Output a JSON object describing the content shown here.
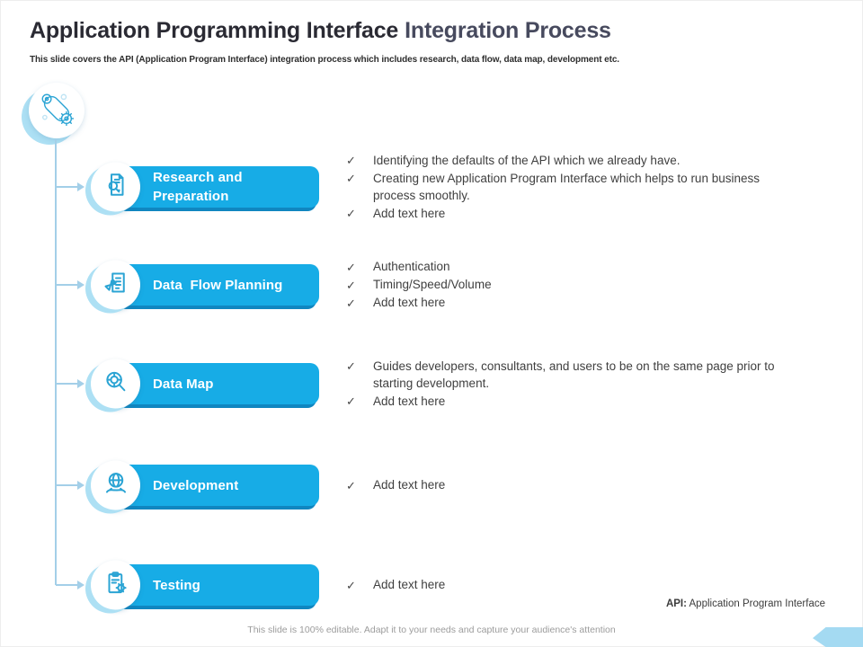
{
  "slide": {
    "title_primary": "Application Programming Interface",
    "title_secondary": "Integration Process",
    "subtitle": "This slide covers the API (Application Program Interface) integration process which includes research, data flow, data map, development etc.",
    "badge_icon": "gears-belt-icon",
    "abbreviation_label": "API:",
    "abbreviation_text": "Application Program Interface",
    "footer_note": "This slide is 100% editable. Adapt it to your needs and capture your audience's attention"
  },
  "checkmark_glyph": "✓",
  "colors": {
    "bar_blue": "#17ace6",
    "bar_shadow": "#1086c0",
    "icon_teal": "#2ba4d4",
    "connector": "#a3cfe8",
    "crescent": "#ade0f4",
    "title_dark": "#2a2a33",
    "title_slate": "#474a5e",
    "footer_gray": "#9c9c9c",
    "chevron": "#a4daf2"
  },
  "steps": [
    {
      "label": "Research and Preparation",
      "icon": "document-search-icon",
      "bullets": [
        "Identifying the defaults of the API which we already have.",
        "Creating new Application Program Interface which helps to run business process smoothly.",
        "Add text here"
      ]
    },
    {
      "label": "Data  Flow Planning",
      "icon": "notepad-pencil-icon",
      "bullets": [
        "Authentication",
        "Timing/Speed/Volume",
        "Add text here"
      ]
    },
    {
      "label": "Data Map",
      "icon": "map-magnifier-icon",
      "bullets": [
        "Guides developers, consultants, and users to be on the same page prior to starting development.",
        "Add text here"
      ]
    },
    {
      "label": "Development",
      "icon": "globe-hands-icon",
      "bullets": [
        "Add text here"
      ]
    },
    {
      "label": "Testing",
      "icon": "clipboard-gear-icon",
      "bullets": [
        "Add text here"
      ]
    }
  ]
}
